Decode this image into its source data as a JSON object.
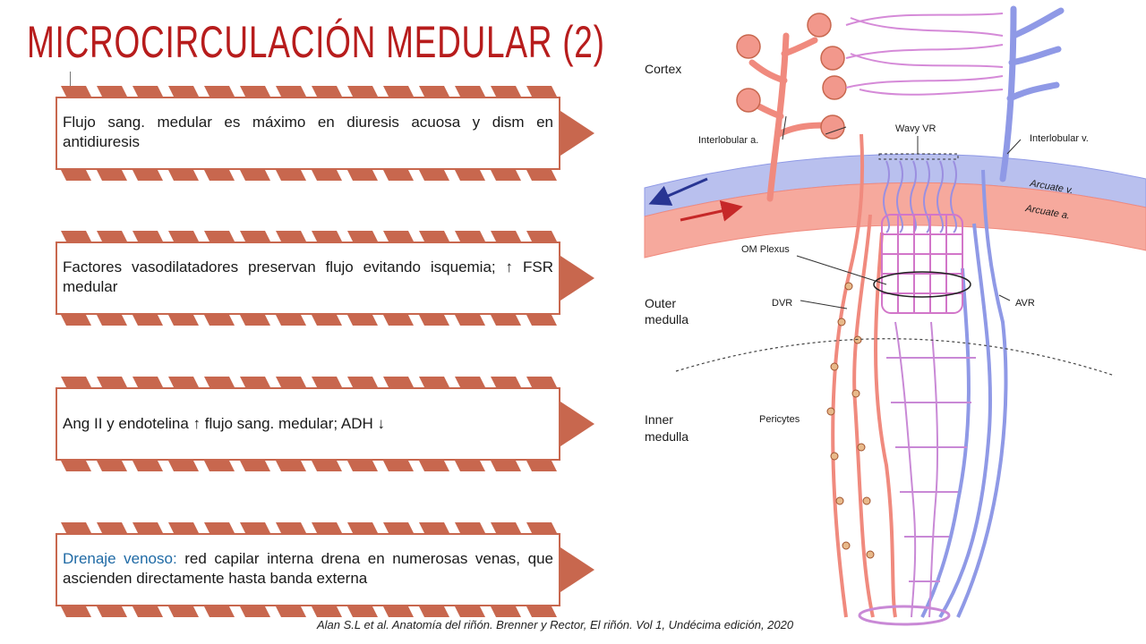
{
  "title": "MICROCIRCULACIÓN MEDULAR (2)",
  "callouts": [
    {
      "text": "Flujo sang. medular es máximo en diuresis acuosa y dism en antidiuresis"
    },
    {
      "text": "Factores vasodilatadores preservan flujo evitando isquemia; ↑ FSR medular"
    },
    {
      "text": "Ang II y endotelina ↑ flujo sang. medular; ADH ↓"
    },
    {
      "highlight": "Drenaje venoso:",
      "text": " red capilar interna drena en numerosas venas, que ascienden directamente hasta banda externa"
    }
  ],
  "citation": "Alan S.L et al. Anatomía del riñón. Brenner y Rector, El riñón. Vol 1, Undécima edición, 2020",
  "diagram": {
    "labels": {
      "cortex": "Cortex",
      "interlobular_a": "Interlobular a.",
      "wavy_vr": "Wavy VR",
      "interlobular_v": "Interlobular v.",
      "arcuate_v": "Arcuate v.",
      "arcuate_a": "Arcuate a.",
      "om_plexus": "OM Plexus",
      "outer_medulla_1": "Outer",
      "outer_medulla_2": "medulla",
      "dvr": "DVR",
      "avr": "AVR",
      "inner_medulla_1": "Inner",
      "inner_medulla_2": "medulla",
      "pericytes": "Pericytes"
    },
    "colors": {
      "artery": "#f08a7e",
      "vein": "#8f99e6",
      "arrow_red": "#c62828",
      "arrow_blue": "#283593"
    }
  }
}
